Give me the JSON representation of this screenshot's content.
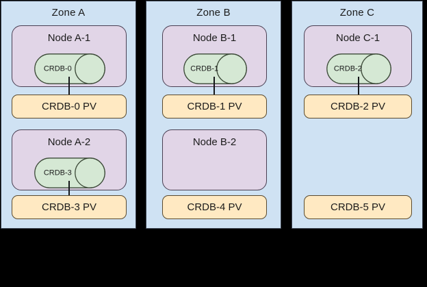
{
  "diagram": {
    "title": "CockroachDB multi-zone node and persistent volume topology",
    "background_color": "#000000",
    "colors": {
      "zone_fill": "#cfe2f3",
      "zone_stroke": "#3d4451",
      "node_fill": "#e1d5e7",
      "node_stroke": "#4a3f52",
      "database_fill": "#d5e8d4",
      "database_stroke": "#3c4a38",
      "pv_fill": "#ffe9c2",
      "pv_stroke": "#5a4a2e",
      "connector": "#14161a",
      "text": "#1b1b1b"
    }
  },
  "zones": [
    {
      "id": "zone-a",
      "label": "Zone A",
      "nodes": [
        {
          "id": "node-a-1",
          "label": "Node A-1",
          "database": {
            "id": "crdb-0",
            "label": "CRDB-0"
          },
          "has_database": true,
          "connected_to_pv": true
        },
        {
          "id": "node-a-2",
          "label": "Node A-2",
          "database": {
            "id": "crdb-3",
            "label": "CRDB-3"
          },
          "has_database": true,
          "connected_to_pv": true
        }
      ],
      "volumes": [
        {
          "id": "pv-crdb-0",
          "label": "CRDB-0 PV"
        },
        {
          "id": "pv-crdb-3",
          "label": "CRDB-3 PV"
        }
      ]
    },
    {
      "id": "zone-b",
      "label": "Zone B",
      "nodes": [
        {
          "id": "node-b-1",
          "label": "Node B-1",
          "database": {
            "id": "crdb-1",
            "label": "CRDB-1"
          },
          "has_database": true,
          "connected_to_pv": true
        },
        {
          "id": "node-b-2",
          "label": "Node B-2",
          "database": null,
          "has_database": false,
          "connected_to_pv": false
        }
      ],
      "volumes": [
        {
          "id": "pv-crdb-1",
          "label": "CRDB-1 PV"
        },
        {
          "id": "pv-crdb-4",
          "label": "CRDB-4 PV"
        }
      ]
    },
    {
      "id": "zone-c",
      "label": "Zone C",
      "nodes": [
        {
          "id": "node-c-1",
          "label": "Node C-1",
          "database": {
            "id": "crdb-2",
            "label": "CRDB-2"
          },
          "has_database": true,
          "connected_to_pv": true
        }
      ],
      "volumes": [
        {
          "id": "pv-crdb-2",
          "label": "CRDB-2 PV"
        },
        {
          "id": "pv-crdb-5",
          "label": "CRDB-5 PV"
        }
      ]
    }
  ]
}
